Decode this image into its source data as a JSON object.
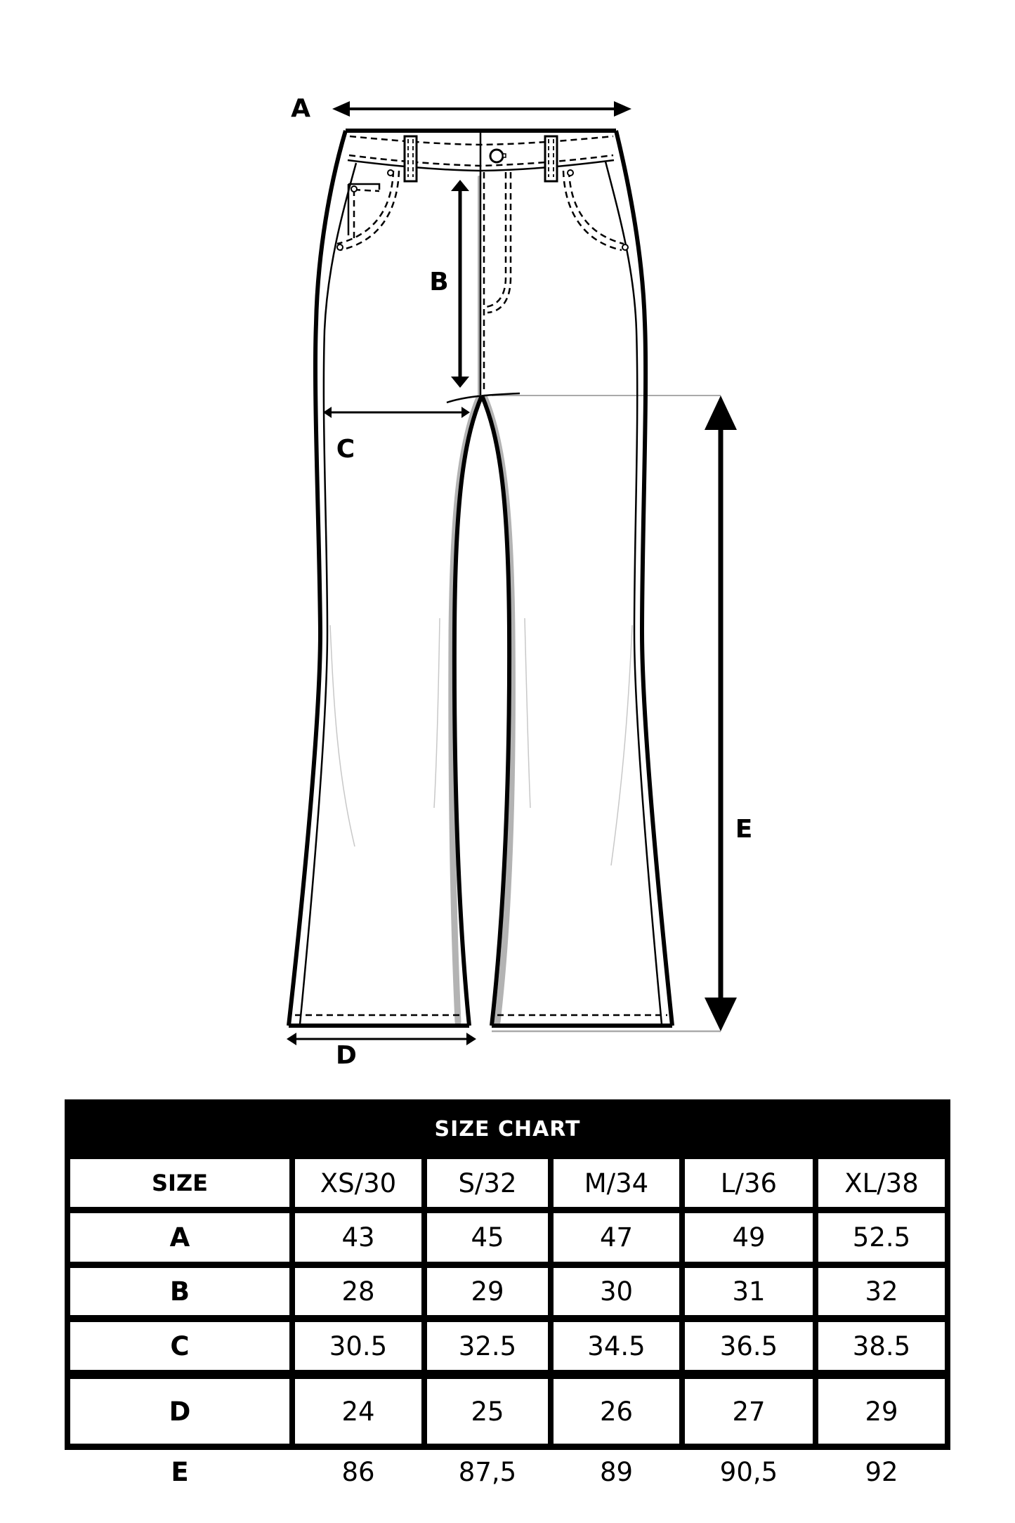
{
  "diagram": {
    "garment": "flared-jeans-flat-sketch",
    "measurement_labels": {
      "A": "A",
      "B": "B",
      "C": "C",
      "D": "D",
      "E": "E"
    }
  },
  "size_chart": {
    "title": "SIZE CHART",
    "header_label": "SIZE",
    "sizes": [
      "XS/30",
      "S/32",
      "M/34",
      "L/36",
      "XL/38"
    ],
    "rows": [
      {
        "label": "A",
        "values": [
          "43",
          "45",
          "47",
          "49",
          "52.5"
        ]
      },
      {
        "label": "B",
        "values": [
          "28",
          "29",
          "30",
          "31",
          "32"
        ]
      },
      {
        "label": "C",
        "values": [
          "30.5",
          "32.5",
          "34.5",
          "36.5",
          "38.5"
        ]
      },
      {
        "label": "D",
        "values": [
          "24",
          "25",
          "26",
          "27",
          "29"
        ]
      },
      {
        "label": "E",
        "values": [
          "86",
          "87,5",
          "89",
          "90,5",
          "92"
        ]
      }
    ]
  },
  "chart_data": {
    "type": "table",
    "title": "SIZE CHART",
    "columns": [
      "SIZE",
      "XS/30",
      "S/32",
      "M/34",
      "L/36",
      "XL/38"
    ],
    "rows": [
      [
        "A",
        43,
        45,
        47,
        49,
        52.5
      ],
      [
        "B",
        28,
        29,
        30,
        31,
        32
      ],
      [
        "C",
        30.5,
        32.5,
        34.5,
        36.5,
        38.5
      ],
      [
        "D",
        24,
        25,
        26,
        27,
        29
      ],
      [
        "E",
        86,
        87.5,
        89,
        90.5,
        92
      ]
    ]
  }
}
